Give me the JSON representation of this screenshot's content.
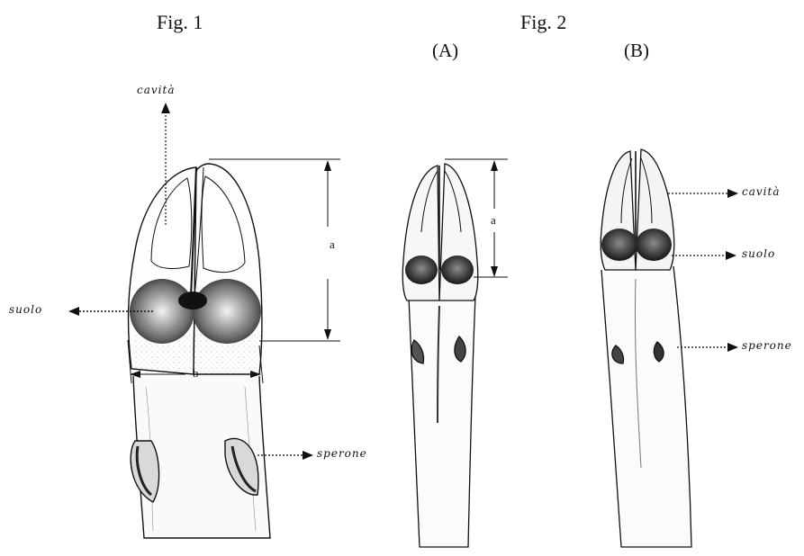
{
  "fig1": {
    "title": "Fig. 1",
    "labels": {
      "cavity": "cavità",
      "sole": "suolo",
      "spur": "sperone"
    },
    "dims": {
      "a": "a",
      "b": "b"
    }
  },
  "fig2": {
    "title": "Fig. 2",
    "panel_a": {
      "title": "(A)",
      "dim_a": "a"
    },
    "panel_b": {
      "title": "(B)",
      "labels": {
        "cavity": "cavità",
        "sole": "suolo",
        "spur": "sperone"
      }
    }
  }
}
